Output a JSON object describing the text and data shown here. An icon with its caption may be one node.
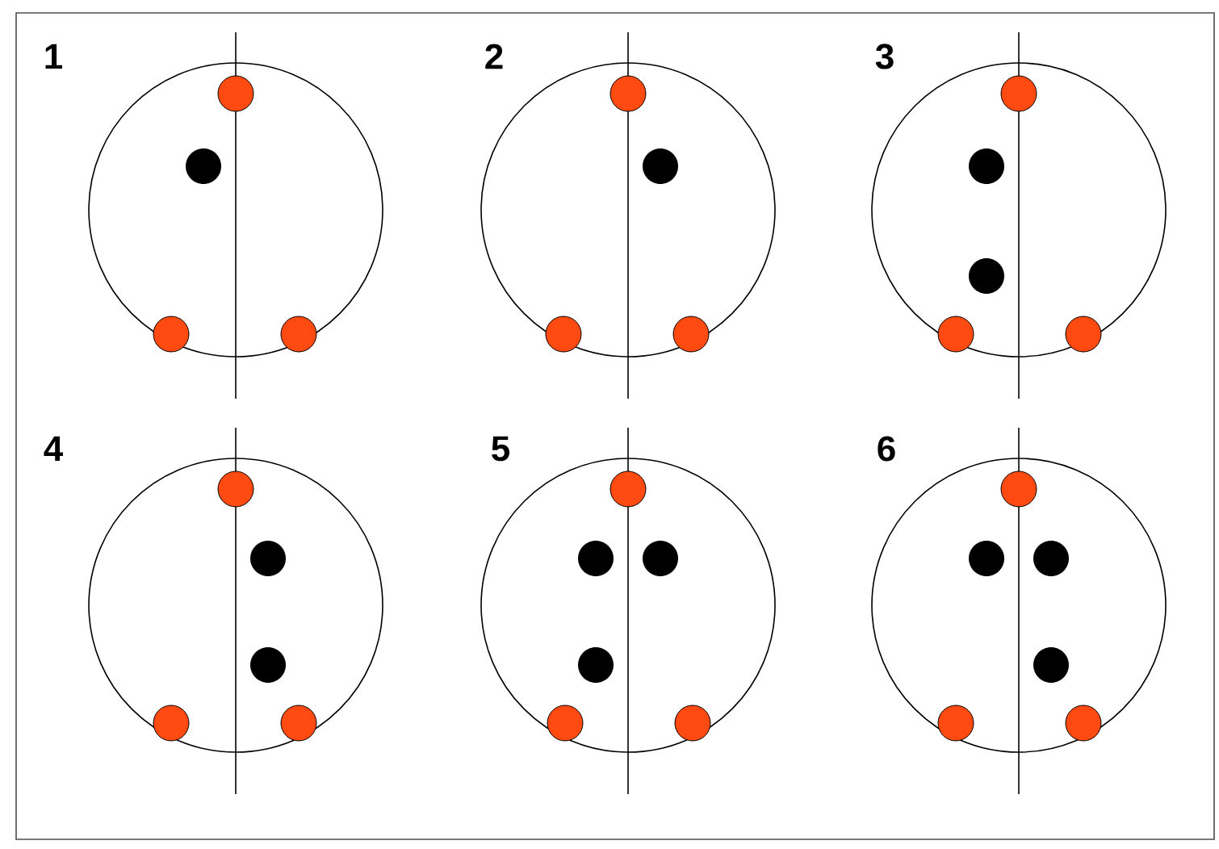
{
  "diagram": {
    "labels": [
      "1",
      "2",
      "3",
      "4",
      "5",
      "6"
    ]
  }
}
